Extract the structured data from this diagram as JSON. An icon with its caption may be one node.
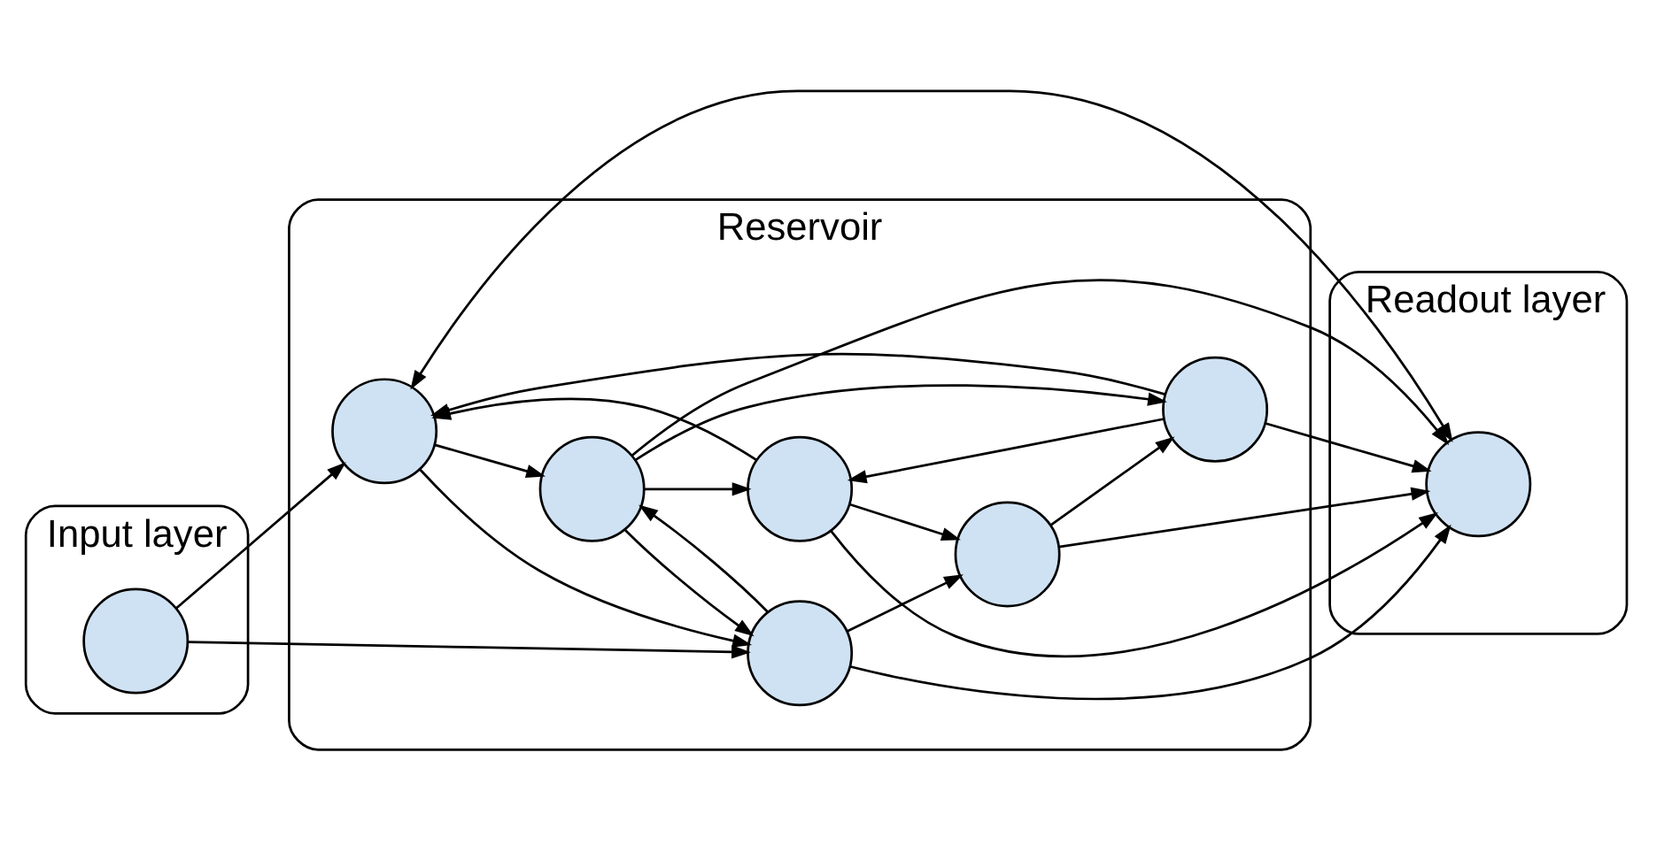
{
  "diagram": {
    "nodes": [
      {
        "text": [
          "Input layer"
        ]
      },
      {
        "text": [],
        "shape": "circle",
        "in": 0
      },
      {
        "text": [
          "Reservoir"
        ]
      },
      {
        "text": [],
        "shape": "circle",
        "in": 2
      },
      {
        "text": [],
        "shape": "circle",
        "in": 2
      },
      {
        "text": [],
        "shape": "circle",
        "in": 2
      },
      {
        "text": [],
        "shape": "circle",
        "in": 2
      },
      {
        "text": [],
        "shape": "circle",
        "in": 2
      },
      {
        "text": [],
        "shape": "circle",
        "in": 2
      },
      {
        "text": [
          "Readout layer"
        ]
      },
      {
        "text": [],
        "shape": "circle",
        "in": 9
      }
    ],
    "edges": [
      {
        "from": 1,
        "to": 3,
        "arrow": "to"
      },
      {
        "from": 1,
        "to": 7,
        "arrow": "to"
      },
      {
        "from": 4,
        "to": 3,
        "arrow": "to"
      },
      {
        "from": 3,
        "to": 10,
        "arrow": "both"
      },
      {
        "from": 6,
        "to": 3,
        "arrow": "to"
      },
      {
        "from": 4,
        "to": 10,
        "arrow": "to"
      },
      {
        "from": 3,
        "to": 5,
        "arrow": "to"
      },
      {
        "from": 3,
        "to": 7,
        "arrow": "to"
      },
      {
        "from": 5,
        "to": 4,
        "arrow": "to"
      },
      {
        "from": 4,
        "to": 8,
        "arrow": "to"
      },
      {
        "from": 6,
        "to": 4,
        "arrow": "to"
      },
      {
        "from": 5,
        "to": 7,
        "arrow": "to"
      },
      {
        "from": 7,
        "to": 5,
        "arrow": "to"
      },
      {
        "from": 5,
        "to": 6,
        "arrow": "to"
      },
      {
        "from": 5,
        "to": 10,
        "arrow": "to"
      },
      {
        "from": 7,
        "to": 10,
        "arrow": "to"
      },
      {
        "from": 7,
        "to": 8,
        "arrow": "to"
      },
      {
        "from": 8,
        "to": 6,
        "arrow": "to"
      },
      {
        "from": 8,
        "to": 10,
        "arrow": "to"
      },
      {
        "from": 6,
        "to": 10,
        "arrow": "to"
      }
    ]
  }
}
